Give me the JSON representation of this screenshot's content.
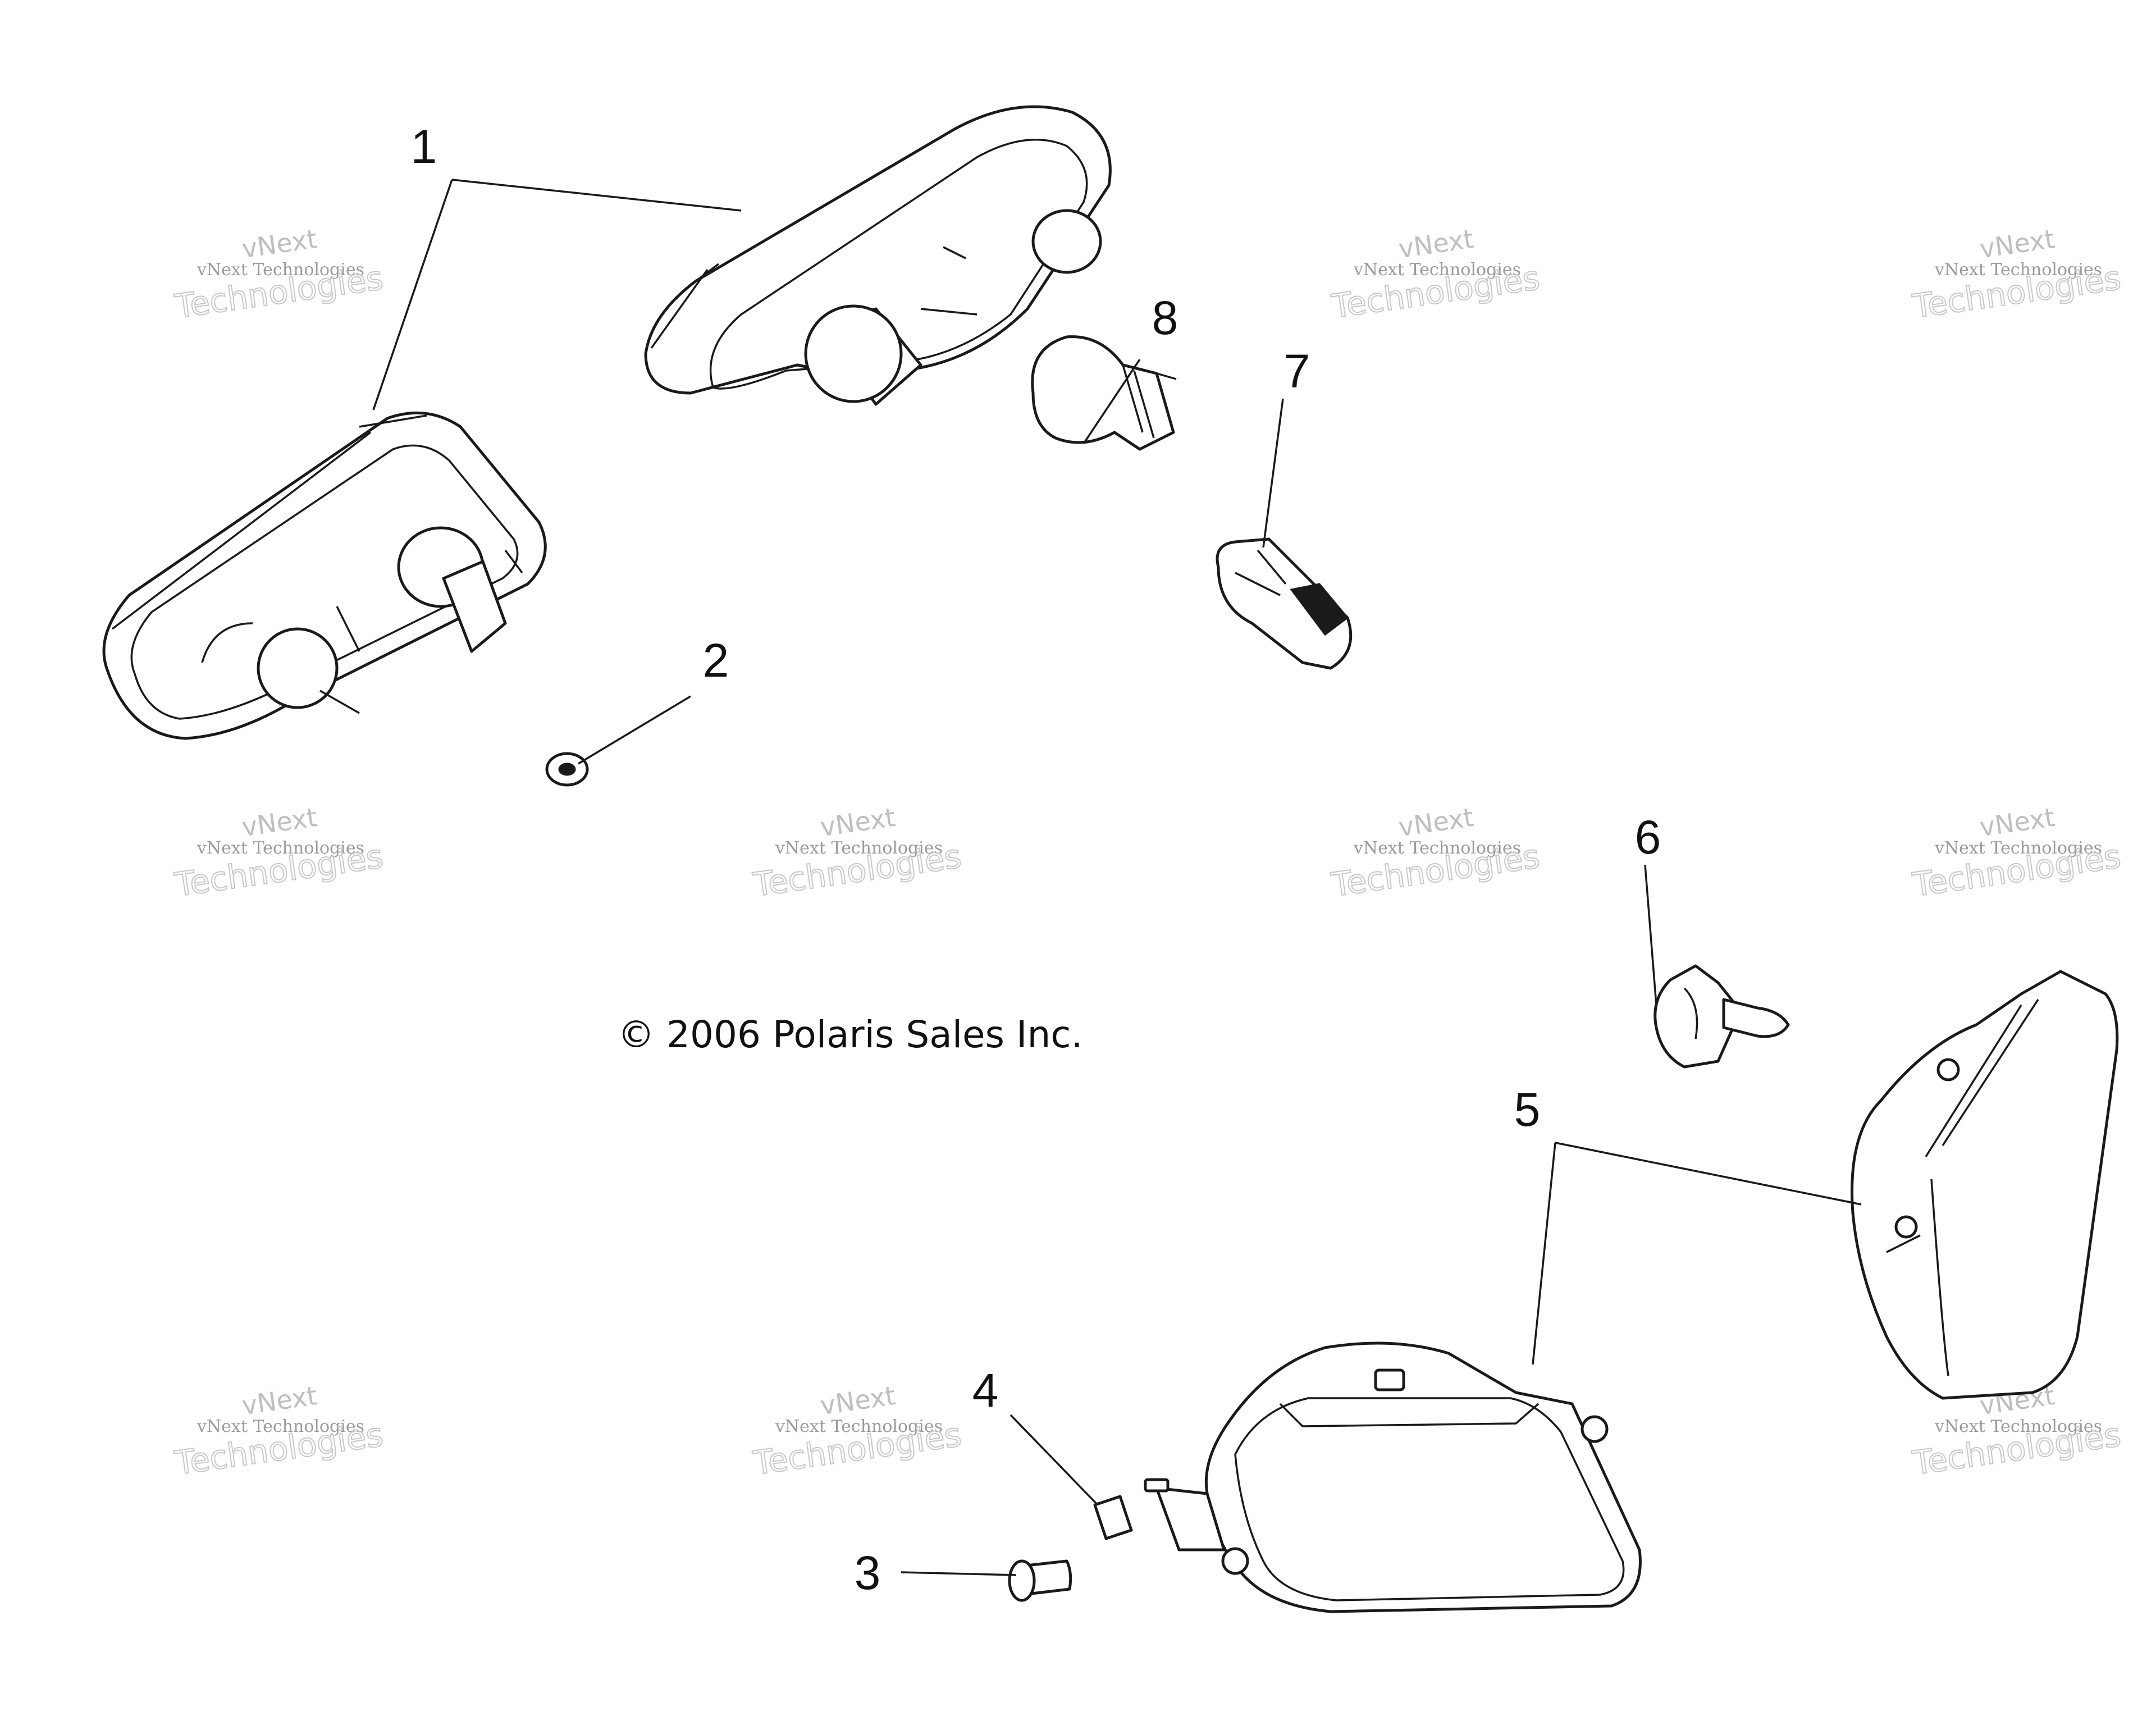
{
  "copyright": "© 2006 Polaris Sales Inc.",
  "watermark": {
    "brand": "vNext",
    "line1": "vNext Technologies",
    "line2": "Technologies"
  },
  "callouts": [
    "1",
    "2",
    "3",
    "4",
    "5",
    "6",
    "7",
    "8"
  ]
}
